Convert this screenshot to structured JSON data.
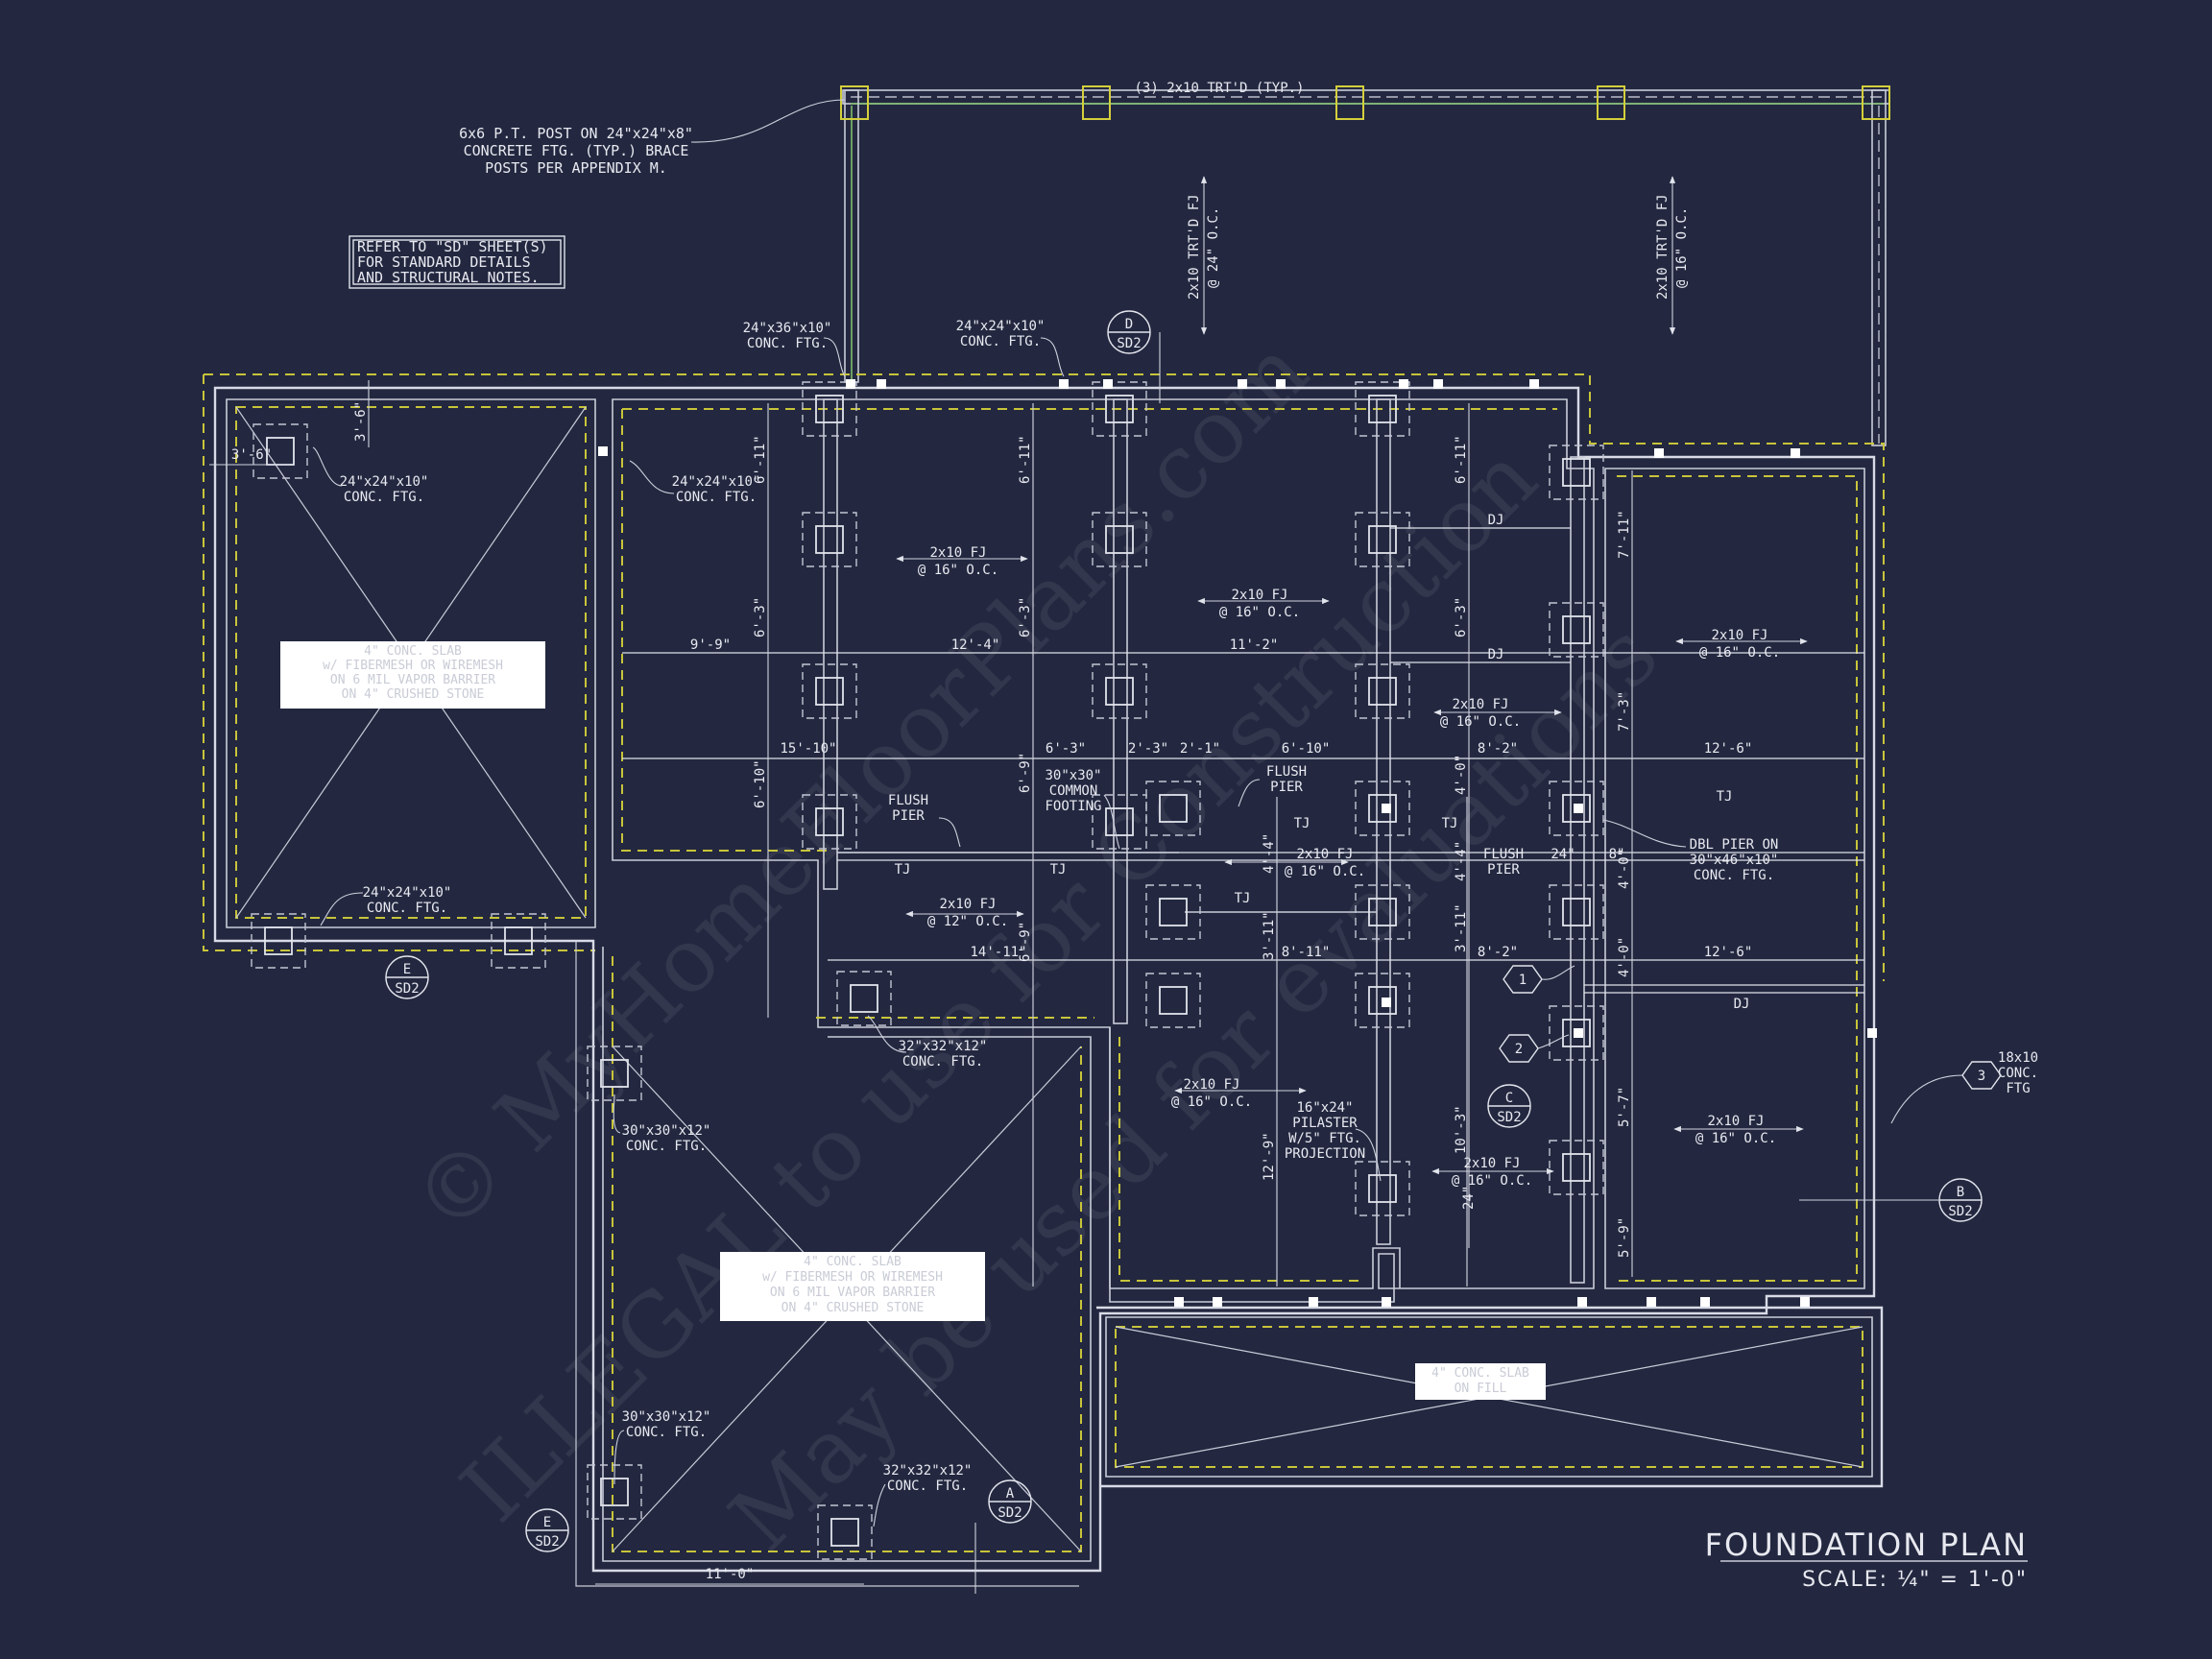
{
  "title": "FOUNDATION PLAN",
  "scale": "SCALE: ¼\" = 1'-0\"",
  "refer_note": [
    "REFER TO \"SD\" SHEET(S)",
    "FOR STANDARD DETAILS",
    "AND STRUCTURAL NOTES."
  ],
  "post_note": [
    "6x6 P.T. POST ON 24\"x24\"x8\"",
    "CONCRETE FTG. (TYP.) BRACE",
    "POSTS PER APPENDIX M."
  ],
  "deck_beam": "(3) 2x10 TRT'D (TYP.)",
  "deck_joists": [
    {
      "line1": "2x10 TRT'D FJ",
      "line2": "@ 24\" O.C."
    },
    {
      "line1": "2x10 TRT'D FJ",
      "line2": "@ 16\" O.C."
    }
  ],
  "footing_labels": {
    "f24x36": [
      "24\"x36\"x10\"",
      "CONC. FTG."
    ],
    "f24x24a": [
      "24\"x24\"x10\"",
      "CONC. FTG."
    ],
    "f24x24b": [
      "24\"x24\"x10\"",
      "CONC. FTG."
    ],
    "f24x24c": [
      "24\"x24\"x10\"",
      "CONC. FTG."
    ],
    "f24x24d": [
      "24\"x24\"x10\"",
      "CONC. FTG."
    ],
    "f32x32a": [
      "32\"x32\"x12\"",
      "CONC. FTG."
    ],
    "f30x30a": [
      "30\"x30\"x12\"",
      "CONC. FTG."
    ],
    "f30x30b": [
      "30\"x30\"x12\"",
      "CONC. FTG."
    ],
    "f32x32b": [
      "32\"x32\"x12\"",
      "CONC. FTG."
    ],
    "common": [
      "30\"x30\"",
      "COMMON",
      "FOOTING"
    ],
    "dbl_pier": [
      "DBL PIER ON",
      "30\"x46\"x10\"",
      "CONC. FTG."
    ],
    "pilaster": [
      "16\"x24\"",
      "PILASTER",
      "W/5\" FTG.",
      "PROJECTION"
    ],
    "ftg18": [
      "18x10",
      "CONC.",
      "FTG"
    ]
  },
  "flush_pier": [
    "FLUSH",
    "PIER"
  ],
  "slab_garage": [
    "4\" CONC. SLAB",
    "w/ FIBERMESH OR WIREMESH",
    "ON 6 MIL VAPOR BARRIER",
    "ON 4\" CRUSHED STONE"
  ],
  "slab_porch": [
    "4\" CONC. SLAB",
    "ON FILL"
  ],
  "joist_labels": {
    "fj16": "2x10 FJ",
    "fj16_oc": "@ 16\" O.C.",
    "fj12": "2x10 FJ",
    "fj12_oc": "@ 12\" O.C.",
    "tj": "TJ",
    "dj": "DJ"
  },
  "dims": {
    "d3_6a": "3'-6\"",
    "d3_6b": "3'-6\"",
    "d6_11a": "6'-11\"",
    "d6_11b": "6'-11\"",
    "d6_11c": "6'-11\"",
    "d6_3a": "6'-3\"",
    "d6_3b": "6'-3\"",
    "d6_3c": "6'-3\"",
    "d9_9": "9'-9\"",
    "d12_4": "12'-4\"",
    "d11_2": "11'-2\"",
    "d15_10": "15'-10\"",
    "d6_10a": "6'-10\"",
    "d6_10b": "6'-10\"",
    "d2_3": "2'-3\"",
    "d2_1": "2'-1\"",
    "d6_9a": "6'-9\"",
    "d6_9b": "6'-9\"",
    "d8_2a": "8'-2\"",
    "d8_2b": "8'-2\"",
    "d12_6a": "12'-6\"",
    "d12_6b": "12'-6\"",
    "d7_11": "7'-11\"",
    "d7_3": "7'-3\"",
    "d4_0a": "4'-0\"",
    "d4_0b": "4'-0\"",
    "d4_0c": "4'-0\"",
    "d4_4a": "4'-4\"",
    "d4_4b": "4'-4\"",
    "d14_11": "14'-11\"",
    "d8_11": "8'-11\"",
    "d3_11a": "3'-11\"",
    "d3_11b": "3'-11\"",
    "d12_9": "12'-9\"",
    "d10_3": "10'-3\"",
    "d5_7": "5'-7\"",
    "d5_9": "5'-9\"",
    "d24a": "24\"",
    "d24b": "24\"",
    "d8": "8\"",
    "d11_0": "11'-0\""
  },
  "section_tags": [
    {
      "letter": "D",
      "sheet": "SD2"
    },
    {
      "letter": "E",
      "sheet": "SD2"
    },
    {
      "letter": "C",
      "sheet": "SD2"
    },
    {
      "letter": "B",
      "sheet": "SD2"
    },
    {
      "letter": "A",
      "sheet": "SD2"
    },
    {
      "letter": "E",
      "sheet": "SD2"
    }
  ],
  "hex_tags": [
    "1",
    "2",
    "3"
  ],
  "watermark": [
    "© MyHomeFloorPlans.com",
    "ILLEGAL to use for Construction",
    "May be used for evaluations"
  ]
}
